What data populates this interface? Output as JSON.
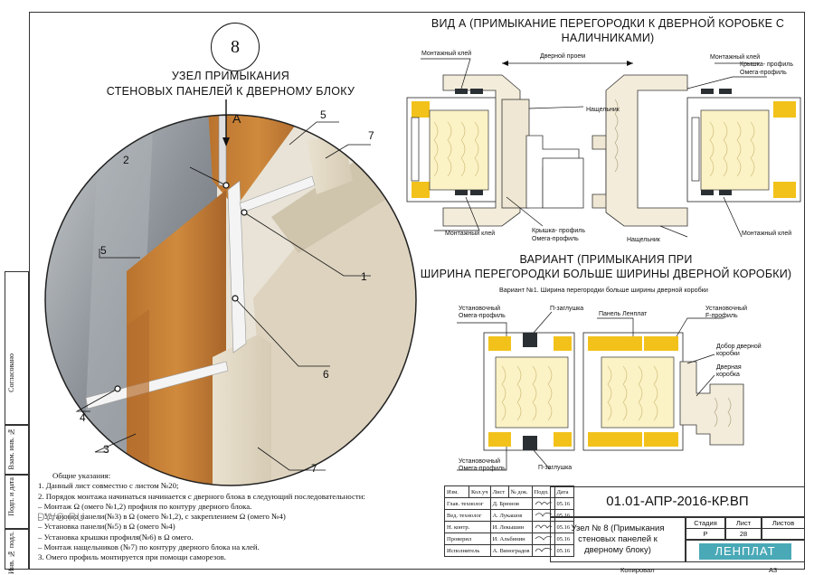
{
  "sheet_number": "8",
  "main_title": [
    "УЗЕЛ ПРИМЫКАНИЯ",
    "СТЕНОВЫХ ПАНЕЛЕЙ К ДВЕРНОМУ БЛОКУ"
  ],
  "view_marker": "А",
  "callouts": [
    "5",
    "7",
    "2",
    "5",
    "1",
    "6",
    "4",
    "3",
    "7"
  ],
  "view_a": {
    "title": [
      "ВИД А (ПРИМЫКАНИЕ ПЕРЕГОРОДКИ К ДВЕРНОЙ КОРОБКЕ С",
      "НАЛИЧНИКАМИ)"
    ],
    "labels": {
      "glue_tl": "Монтажный клей",
      "door_opening": "Дверной проем",
      "glue_tr": "Монтажный клей",
      "cap_profile_tr": "Крышка- профиль",
      "omega_profile_tr": "Омега-профиль",
      "nashchelnik_top": "Нащельник",
      "glue_bl": "Монтажный клей",
      "cap_profile_b": "Крышка- профиль",
      "omega_profile_b": "Омега-профиль",
      "nashchelnik_bottom": "Нащельник",
      "glue_br": "Монтажный клей"
    }
  },
  "variant": {
    "title": [
      "ВАРИАНТ (ПРИМЫКАНИЯ ПРИ",
      "ШИРИНА ПЕРЕГОРОДКИ БОЛЬШЕ ШИРИНЫ ДВЕРНОЙ КОРОБКИ)"
    ],
    "subtitle": "Вариант №1. Ширина перегородки больше ширины дверной коробки",
    "labels": {
      "install_omega_1": "Установочный",
      "install_omega_2": "Омега-профиль",
      "p_plug_top": "П-заглушка",
      "panel": "Панель Ленплат",
      "install_f_1": "Установочный",
      "install_f_2": "F-профиль",
      "dobor_1": "Добор дверной",
      "dobor_2": "коробки",
      "box_1": "Дверная",
      "box_2": "коробка",
      "install_omega_b1": "Установочный",
      "install_omega_b2": "Омега-профиль",
      "p_plug_bottom": "П-заглушка"
    }
  },
  "notes": {
    "heading": "Общие указания:",
    "items": [
      "1. Данный лист совместно с листом №20;",
      "2. Порядок монтажа начинаться   начинается с дверного блока в следующий последовательности:",
      "          –    Монтаж Ω (омего №1,2) профиля по контуру дверного блока.",
      "          –    Установка  панели(№3) в Ω (омего №1,2), с закреплением   Ω (омего №4)",
      "          –    Установка панели(№5) в Ω (омего №4)",
      "          –    Установка крышки профиля(№6) в Ω омего.",
      "          –    Монтаж нащельников (№7) по контуру дверного блока на клей.",
      "3. Омего профиль монтируется при помощи саморезов."
    ]
  },
  "watermark": "DWG.RU",
  "side_strip": [
    "Согласовано",
    "Взам. инв. №",
    "Подп. и дата",
    "Инв. № подл."
  ],
  "stamp": {
    "header": [
      "Изм.",
      "Кол.уч",
      "Лист",
      "№ док.",
      "Подп.",
      "Дата"
    ],
    "rows": [
      [
        "Глав. технолог",
        "Д. Брюнов",
        "05.16"
      ],
      [
        "Вед. технолог",
        "А. Лукашов",
        "05.16"
      ],
      [
        "Н. контр.",
        "И. Лекышин",
        "05.16"
      ],
      [
        "Проверил",
        "И. Альбинин",
        "05.16"
      ],
      [
        "Исполнитель",
        "А. Виноградов",
        "05.16"
      ]
    ],
    "code": "01.01-АПР-2016-КР.ВП",
    "node_title": [
      "Узел  № 8 (Примыкания",
      "стеновых панелей к",
      "дверному блоку)"
    ],
    "stage_label": "Стадия",
    "sheet_label": "Лист",
    "sheets_label": "Листов",
    "stage": "Р",
    "sheet": "28",
    "sheets": "",
    "logo": "ЛЕНПЛАТ"
  },
  "footer": {
    "copied": "Копировал",
    "format": "А3"
  }
}
